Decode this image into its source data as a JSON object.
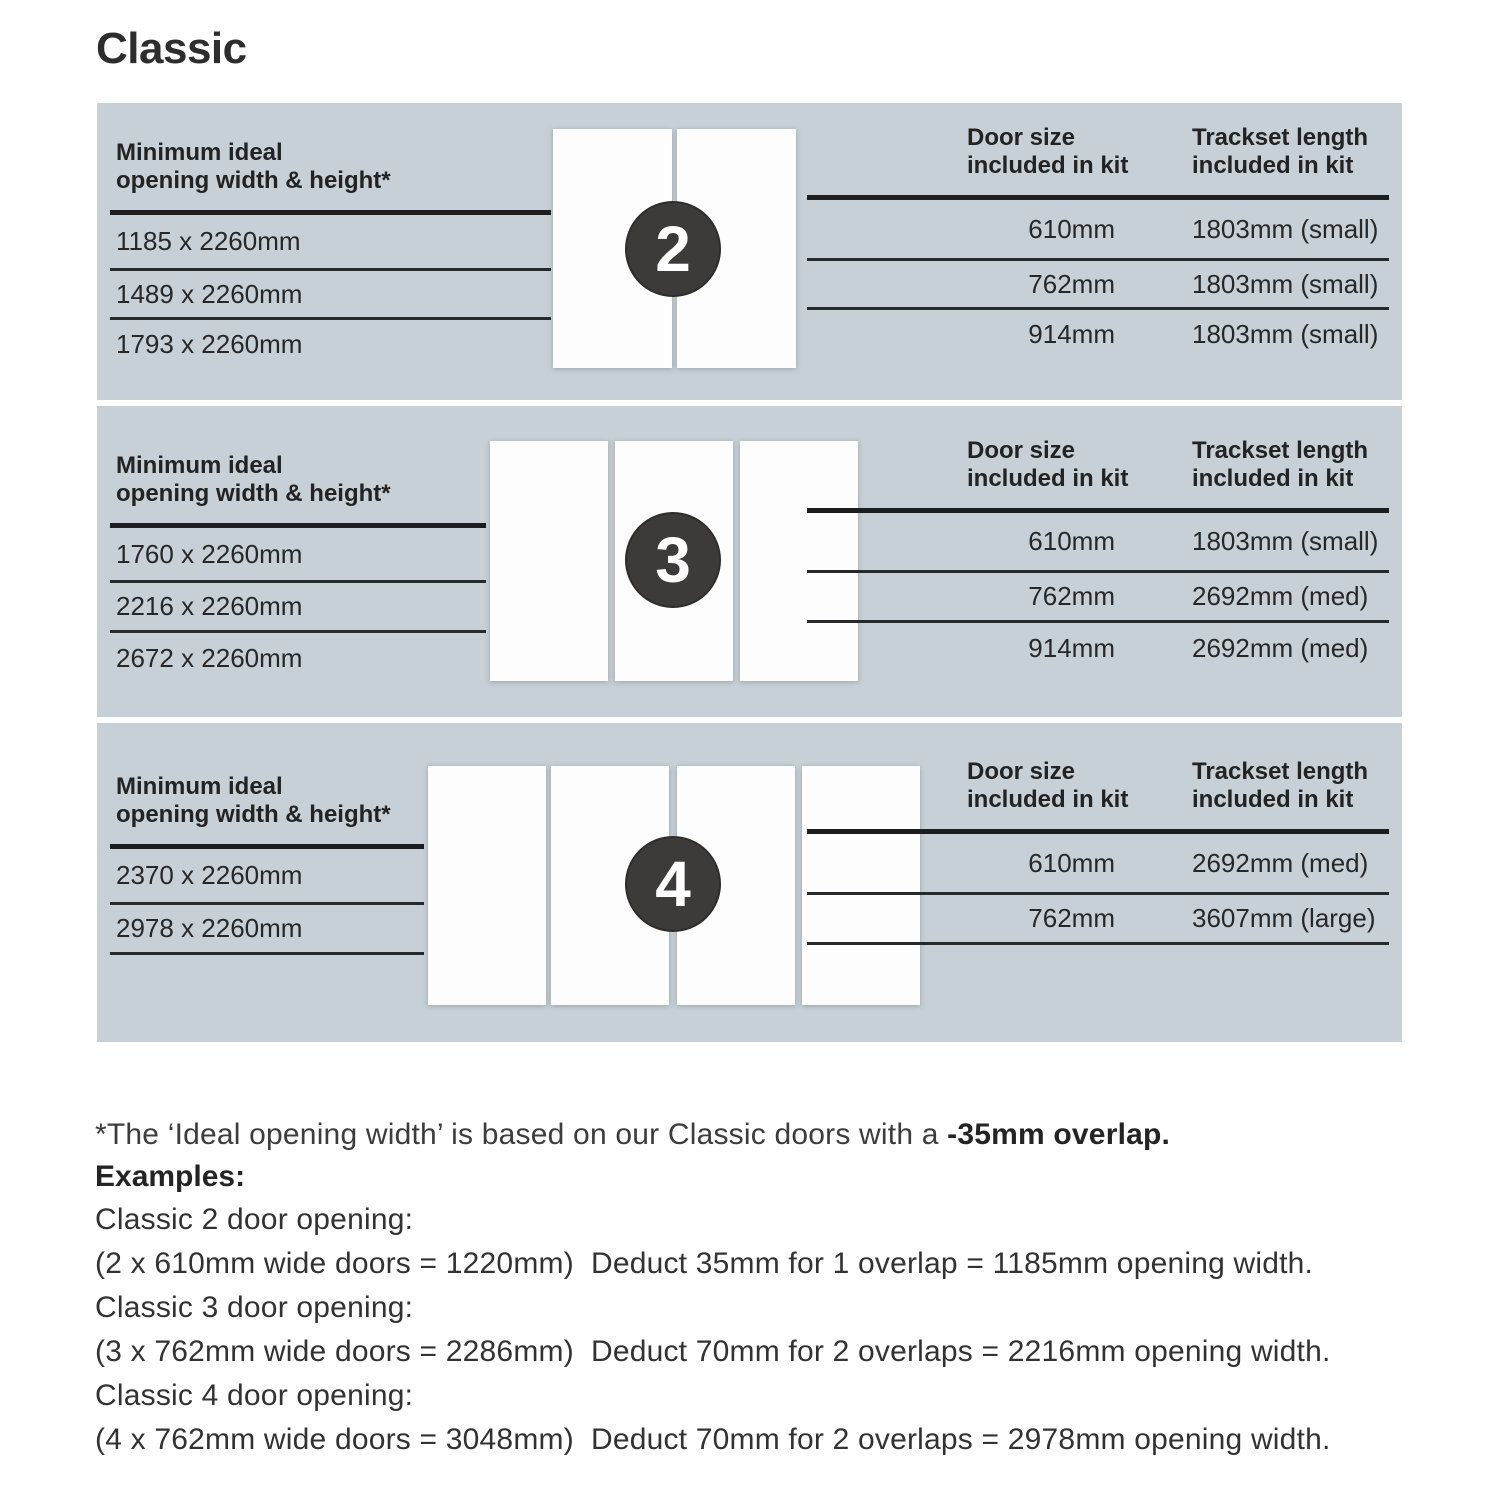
{
  "title": "Classic",
  "panels": [
    {
      "badge": "2",
      "left_header": [
        "Minimum ideal",
        "opening width & height*"
      ],
      "door_col_header": [
        "Door size",
        "included in kit"
      ],
      "track_col_header": [
        "Trackset length",
        "included in kit"
      ],
      "rows": [
        {
          "opening": "1185 x 2260mm",
          "door": "610mm",
          "track": "1803mm (small)"
        },
        {
          "opening": "1489 x 2260mm",
          "door": "762mm",
          "track": "1803mm (small)"
        },
        {
          "opening": "1793 x 2260mm",
          "door": "914mm",
          "track": "1803mm (small)"
        }
      ]
    },
    {
      "badge": "3",
      "left_header": [
        "Minimum ideal",
        "opening width & height*"
      ],
      "door_col_header": [
        "Door size",
        "included in kit"
      ],
      "track_col_header": [
        "Trackset length",
        "included in kit"
      ],
      "rows": [
        {
          "opening": "1760 x 2260mm",
          "door": "610mm",
          "track": "1803mm (small)"
        },
        {
          "opening": "2216 x 2260mm",
          "door": "762mm",
          "track": "2692mm (med)"
        },
        {
          "opening": "2672 x 2260mm",
          "door": "914mm",
          "track": "2692mm (med)"
        }
      ]
    },
    {
      "badge": "4",
      "left_header": [
        "Minimum ideal",
        "opening width & height*"
      ],
      "door_col_header": [
        "Door size",
        "included in kit"
      ],
      "track_col_header": [
        "Trackset length",
        "included in kit"
      ],
      "rows": [
        {
          "opening": "2370 x 2260mm",
          "door": "610mm",
          "track": "2692mm (med)"
        },
        {
          "opening": "2978 x 2260mm",
          "door": "762mm",
          "track": "3607mm (large)"
        }
      ]
    }
  ],
  "footnote": {
    "text": "*The ‘Ideal opening width’ is based on our Classic doors with a ",
    "bold": "-35mm overlap."
  },
  "examples": {
    "heading": "Examples:",
    "lines": [
      "Classic 2 door opening:",
      "(2 x 610mm wide doors = 1220mm)  Deduct 35mm for 1 overlap = 1185mm opening width.",
      "Classic 3 door opening:",
      "(3 x 762mm wide doors = 2286mm)  Deduct 70mm for 2 overlaps = 2216mm opening width.",
      "Classic 4 door opening:",
      "(4 x 762mm wide doors = 3048mm)  Deduct 70mm for 2 overlaps = 2978mm opening width."
    ]
  },
  "colors": {
    "panel_background": "#c7d0d6",
    "rule_dark": "#1b1d1e",
    "badge_background": "#3c3b3a",
    "door_fill": "#fdfdfd",
    "text": "#272727"
  }
}
